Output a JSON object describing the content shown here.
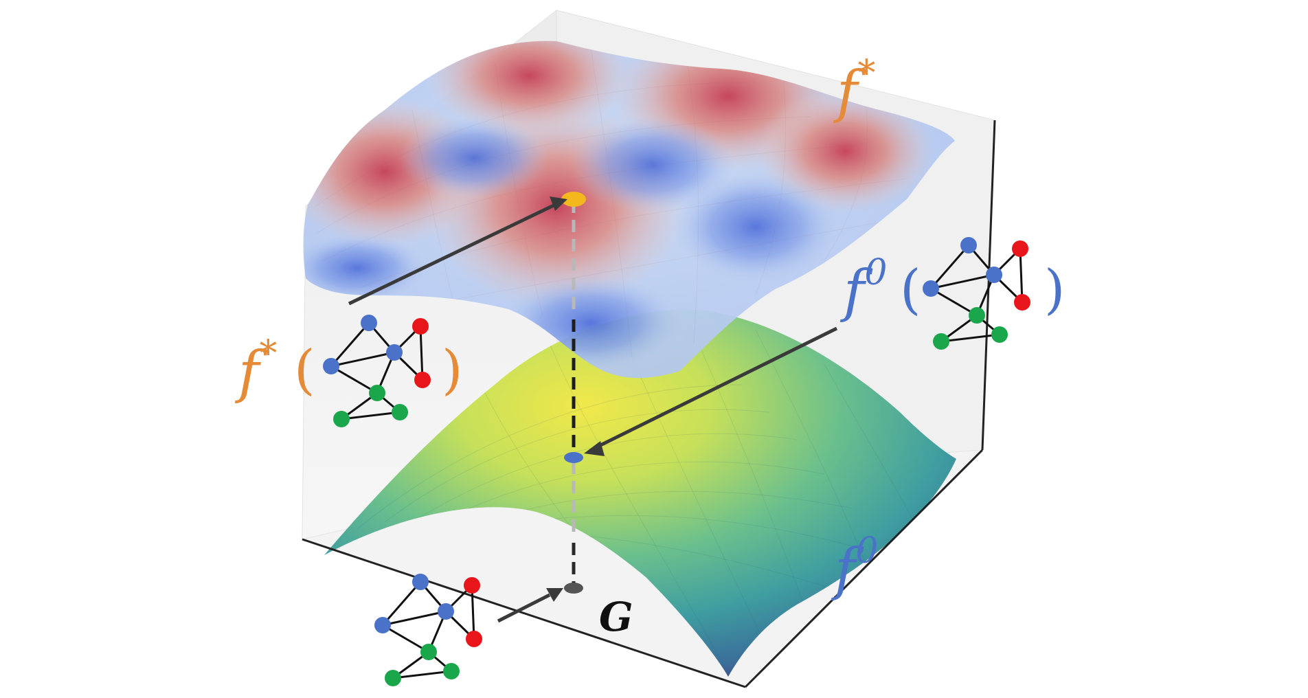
{
  "labels": {
    "f_star": "f",
    "f_star_sup": "*",
    "f_zero": "f",
    "f_zero_sup": "0",
    "paren_open": "(",
    "paren_close": ")",
    "graph": "G"
  },
  "colors": {
    "orange": "#e58a36",
    "blue": "#4a72c8",
    "node_blue": "#4a72c8",
    "node_red": "#e8161a",
    "node_green": "#1aa64a",
    "arrow": "#3a3a3a",
    "point_yellow": "#f2b81c",
    "point_blue": "#4a72c8",
    "point_gray": "#555555"
  },
  "graph": {
    "nodes": [
      "blue",
      "blue",
      "blue",
      "red",
      "red",
      "green",
      "green",
      "green"
    ],
    "edges": [
      [
        0,
        1
      ],
      [
        0,
        2
      ],
      [
        1,
        2
      ],
      [
        2,
        3
      ],
      [
        2,
        4
      ],
      [
        3,
        4
      ],
      [
        1,
        5
      ],
      [
        2,
        5
      ],
      [
        5,
        6
      ],
      [
        5,
        7
      ],
      [
        6,
        7
      ]
    ]
  }
}
